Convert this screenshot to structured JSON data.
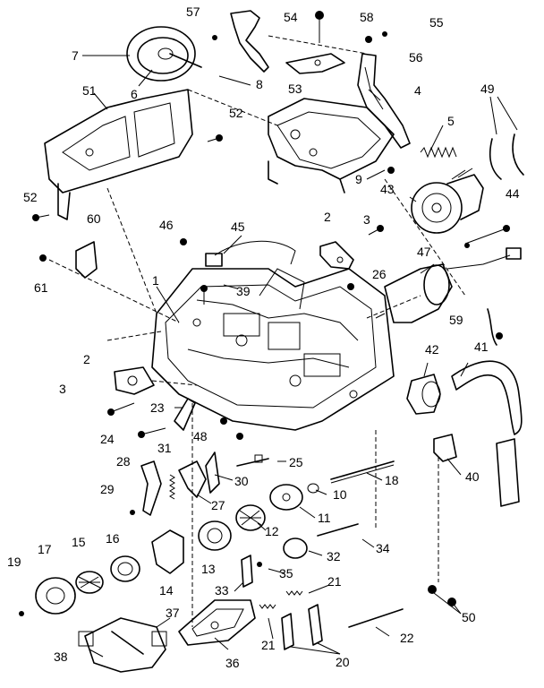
{
  "callouts": [
    "1",
    "2",
    "3",
    "4",
    "5",
    "6",
    "7",
    "8",
    "9",
    "10",
    "11",
    "12",
    "13",
    "14",
    "15",
    "16",
    "17",
    "18",
    "19",
    "20",
    "21",
    "22",
    "23",
    "24",
    "25",
    "26",
    "27",
    "28",
    "29",
    "30",
    "31",
    "32",
    "33",
    "34",
    "35",
    "36",
    "37",
    "38",
    "39",
    "40",
    "41",
    "42",
    "43",
    "44",
    "45",
    "46",
    "47",
    "48",
    "49",
    "50",
    "51",
    "52",
    "53",
    "54",
    "55",
    "56",
    "57",
    "58",
    "59",
    "60",
    "61"
  ]
}
